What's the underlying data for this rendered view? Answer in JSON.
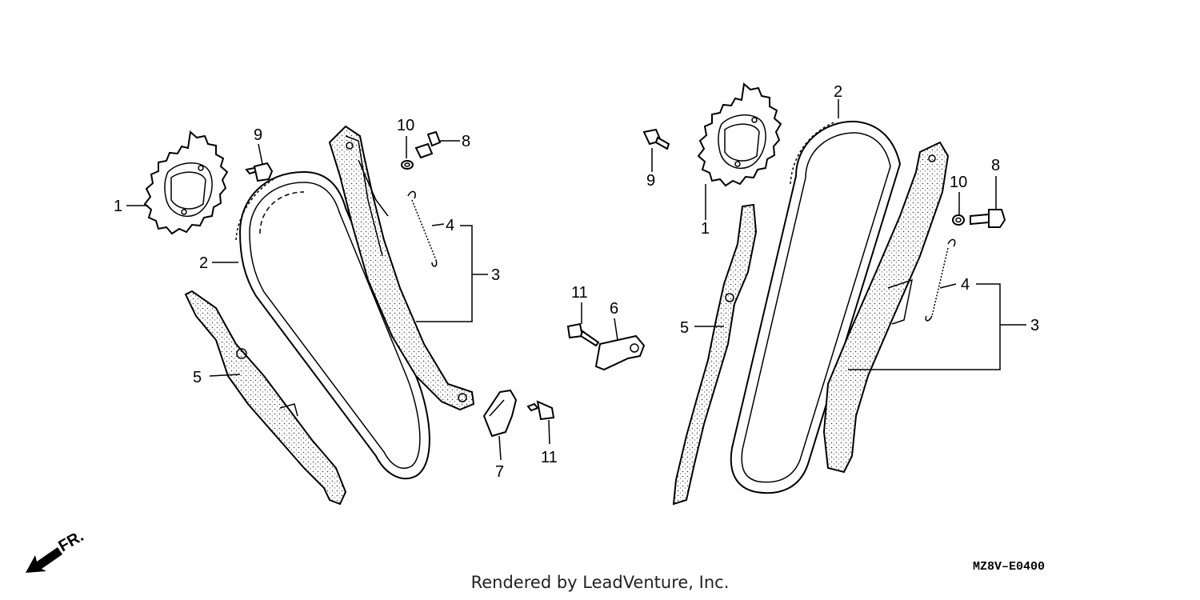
{
  "callouts": {
    "left": {
      "c1": "1",
      "c2": "2",
      "c3": "3",
      "c4": "4",
      "c5": "5",
      "c6": "6",
      "c7": "7",
      "c8": "8",
      "c9": "9",
      "c10": "10",
      "c11a": "11",
      "c11b": "11"
    },
    "right": {
      "c1": "1",
      "c2": "2",
      "c3": "3",
      "c4": "4",
      "c5": "5",
      "c8": "8",
      "c9": "9",
      "c10": "10"
    }
  },
  "front_marker": "FR.",
  "diagram_code": "MZ8V–E0400",
  "credit": "Rendered by LeadVenture, Inc.",
  "icons": [
    "front-direction-arrow-icon"
  ]
}
